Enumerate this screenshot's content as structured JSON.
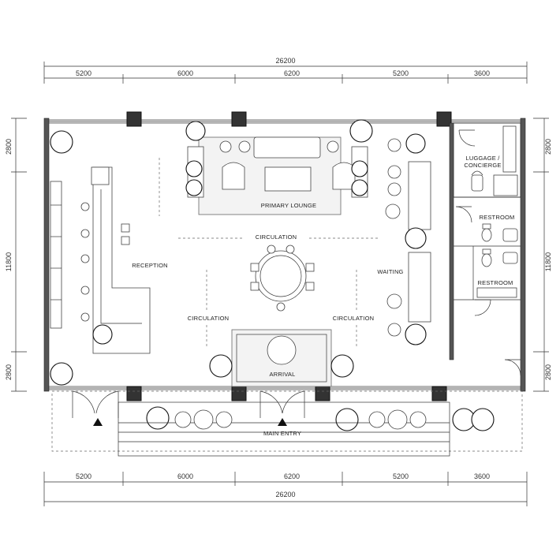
{
  "dimensions": {
    "top_total": "26200",
    "bottom_total": "26200",
    "top_segments": [
      "5200",
      "6000",
      "6200",
      "5200",
      "3600"
    ],
    "bottom_segments": [
      "5200",
      "6000",
      "6200",
      "5200",
      "3600"
    ],
    "left_segments": [
      "2800",
      "11800",
      "2800"
    ],
    "right_segments": [
      "2800",
      "11800",
      "2800"
    ]
  },
  "labels": {
    "primary_lounge": "PRIMARY LOUNGE",
    "circulation_top": "CIRCULATION",
    "circulation_left": "CIRCULATION",
    "circulation_right": "CIRCULATION",
    "reception": "RECEPTION",
    "waiting": "WAITING",
    "arrival": "ARRIVAL",
    "luggage_line1": "LUGGAGE /",
    "luggage_line2": "CONCIERGE",
    "restroom_top": "RESTROOM",
    "restroom_bottom": "RESTROOM",
    "main_entry": "MAIN ENTRY"
  }
}
